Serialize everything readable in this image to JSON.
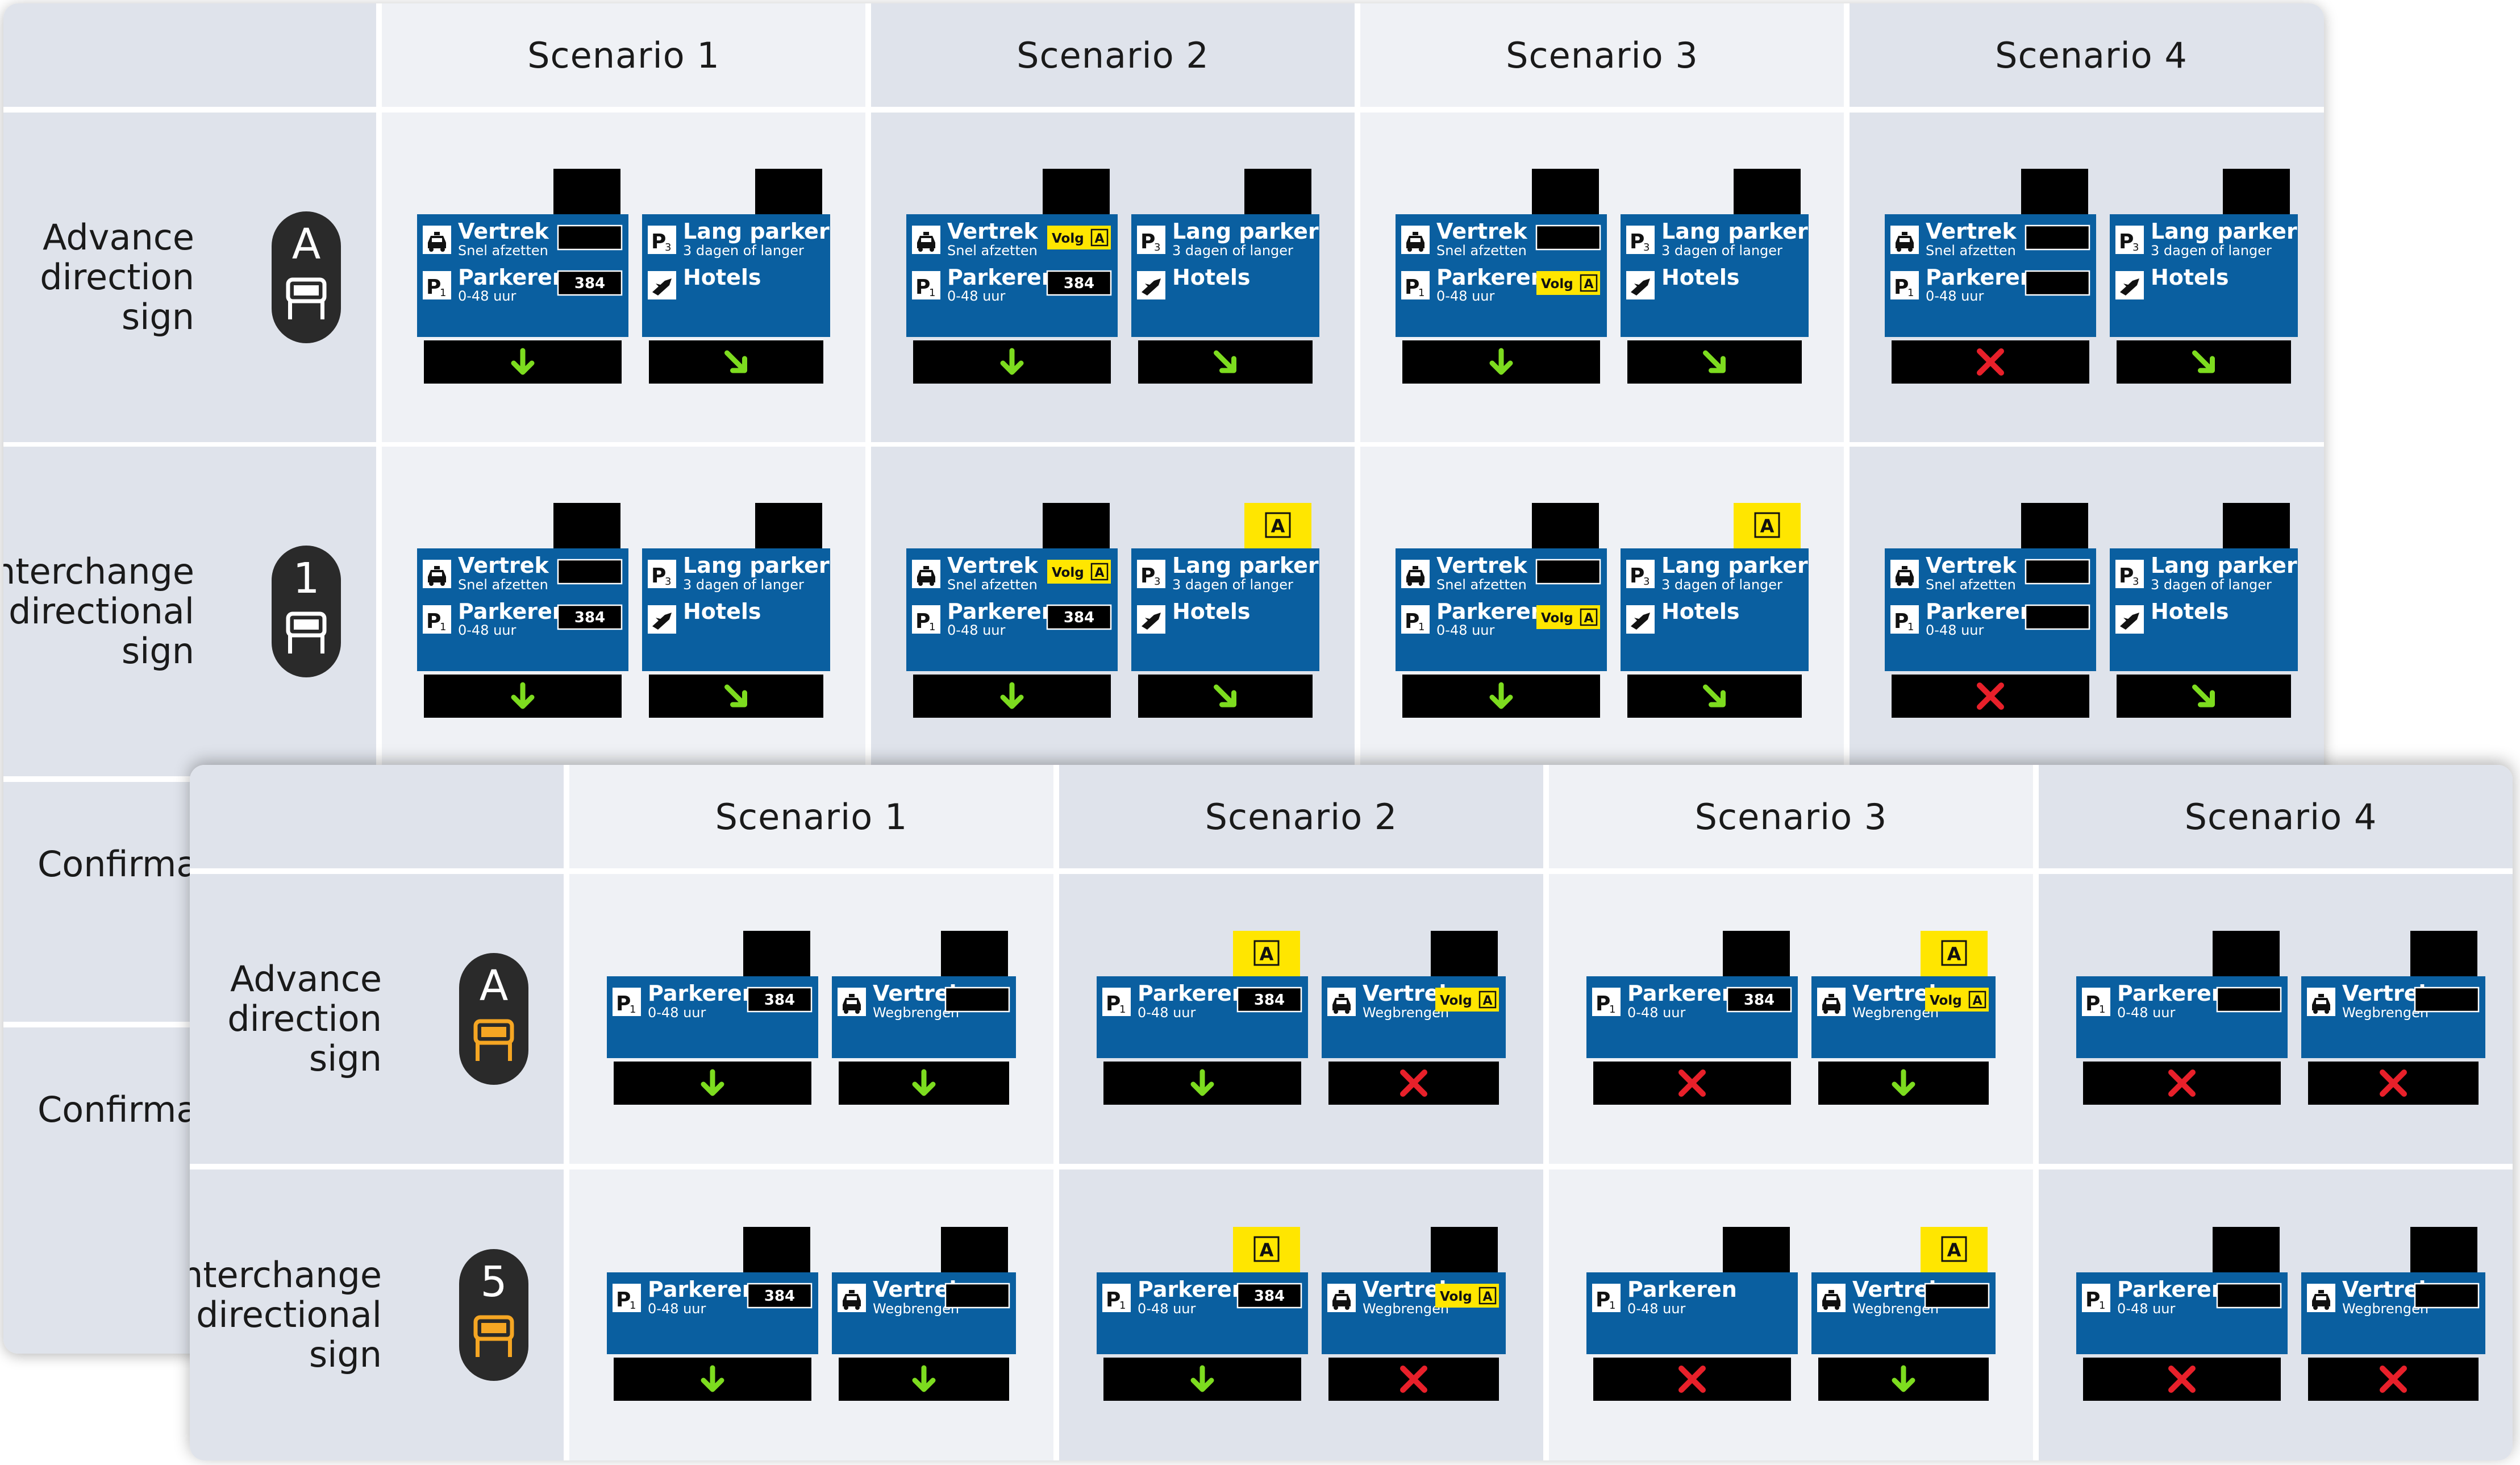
{
  "back": {
    "columns": [
      "Scenario 1",
      "Scenario 2",
      "Scenario 3",
      "Scenario 4"
    ],
    "rows": [
      {
        "label": [
          "Advance",
          "direction",
          "sign"
        ],
        "pill": "A",
        "signs": [
          {
            "boards": [
              {
                "a_icon": "taxi",
                "a_title": "Vertrek",
                "a_sub": "Snel afzetten",
                "a_box": "empty",
                "b_icon": "P1",
                "b_title": "Parkeren",
                "b_sub": "0-48 uur",
                "b_box": "384",
                "arrow": "down"
              },
              {
                "a_icon": "P3",
                "a_title": "Lang parkeren",
                "a_sub": "3 dagen of langer",
                "b_icon": "plane",
                "b_title": "Hotels",
                "arrow": "diag"
              }
            ]
          },
          {
            "boards": [
              {
                "a_icon": "taxi",
                "a_title": "Vertrek",
                "a_sub": "Snel afzetten",
                "a_box": "volg",
                "b_icon": "P1",
                "b_title": "Parkeren",
                "b_sub": "0-48 uur",
                "b_box": "384",
                "arrow": "down"
              },
              {
                "a_icon": "P3",
                "a_title": "Lang parkeren",
                "a_sub": "3 dagen of langer",
                "b_icon": "plane",
                "b_title": "Hotels",
                "arrow": "diag"
              }
            ]
          },
          {
            "boards": [
              {
                "a_icon": "taxi",
                "a_title": "Vertrek",
                "a_sub": "Snel afzetten",
                "a_box": "empty",
                "b_icon": "P1",
                "b_title": "Parkeren",
                "b_sub": "0-48 uur",
                "b_box": "volg",
                "arrow": "down"
              },
              {
                "a_icon": "P3",
                "a_title": "Lang parkeren",
                "a_sub": "3 dagen of langer",
                "b_icon": "plane",
                "b_title": "Hotels",
                "arrow": "diag"
              }
            ]
          },
          {
            "boards": [
              {
                "a_icon": "taxi",
                "a_title": "Vertrek",
                "a_sub": "Snel afzetten",
                "a_box": "empty",
                "b_icon": "P1",
                "b_title": "Parkeren",
                "b_sub": "0-48 uur",
                "b_box": "empty",
                "arrow": "x"
              },
              {
                "a_icon": "P3",
                "a_title": "Lang parkeren",
                "a_sub": "3 dagen of langer",
                "b_icon": "plane",
                "b_title": "Hotels",
                "arrow": "diag"
              }
            ]
          }
        ]
      },
      {
        "label": [
          "Interchange",
          "directional",
          "sign"
        ],
        "pill": "1",
        "signs": [
          {
            "boards": [
              {
                "a_icon": "taxi",
                "a_title": "Vertrek",
                "a_sub": "Snel afzetten",
                "a_box": "empty",
                "b_icon": "P1",
                "b_title": "Parkeren",
                "b_sub": "0-48 uur",
                "b_box": "384",
                "arrow": "down"
              },
              {
                "a_icon": "P3",
                "a_title": "Lang parkeren",
                "a_sub": "3 dagen of langer",
                "b_icon": "plane",
                "b_title": "Hotels",
                "arrow": "diag"
              }
            ]
          },
          {
            "boards": [
              {
                "a_icon": "taxi",
                "a_title": "Vertrek",
                "a_sub": "Snel afzetten",
                "a_box": "volg",
                "b_icon": "P1",
                "b_title": "Parkeren",
                "b_sub": "0-48 uur",
                "b_box": "384",
                "arrow": "down"
              },
              {
                "a_icon": "P3",
                "a_title": "Lang parkeren",
                "a_sub": "3 dagen of langer",
                "b_icon": "plane",
                "b_title": "Hotels",
                "arrow": "diag",
                "topA": true
              }
            ]
          },
          {
            "boards": [
              {
                "a_icon": "taxi",
                "a_title": "Vertrek",
                "a_sub": "Snel afzetten",
                "a_box": "empty",
                "b_icon": "P1",
                "b_title": "Parkeren",
                "b_sub": "0-48 uur",
                "b_box": "volg",
                "arrow": "down"
              },
              {
                "a_icon": "P3",
                "a_title": "Lang parkeren",
                "a_sub": "3 dagen of langer",
                "b_icon": "plane",
                "b_title": "Hotels",
                "arrow": "diag",
                "topA": true
              }
            ]
          },
          {
            "boards": [
              {
                "a_icon": "taxi",
                "a_title": "Vertrek",
                "a_sub": "Snel afzetten",
                "a_box": "empty",
                "b_icon": "P1",
                "b_title": "Parkeren",
                "b_sub": "0-48 uur",
                "b_box": "empty",
                "arrow": "x"
              },
              {
                "a_icon": "P3",
                "a_title": "Lang parkeren",
                "a_sub": "3 dagen of langer",
                "b_icon": "plane",
                "b_title": "Hotels",
                "arrow": "diag"
              }
            ]
          }
        ]
      },
      {
        "label": [
          "Confirma"
        ],
        "pill": "",
        "signs": []
      },
      {
        "label": [
          "Confirma"
        ],
        "pill": "",
        "signs": []
      }
    ]
  },
  "front": {
    "columns": [
      "Scenario 1",
      "Scenario 2",
      "Scenario 3",
      "Scenario 4"
    ],
    "rows": [
      {
        "label": [
          "Advance",
          "direction",
          "sign"
        ],
        "pill": "A",
        "signs": [
          {
            "boards": [
              {
                "a_icon": "P1",
                "a_title": "Parkeren",
                "a_sub": "0-48 uur",
                "a_box": "384",
                "arrow": "down"
              },
              {
                "a_icon": "taxi",
                "a_title": "Vertrek",
                "a_sub": "Wegbrengen",
                "a_box": "empty",
                "arrow": "down"
              }
            ]
          },
          {
            "boards": [
              {
                "a_icon": "P1",
                "a_title": "Parkeren",
                "a_sub": "0-48 uur",
                "a_box": "384",
                "arrow": "down",
                "topA": true
              },
              {
                "a_icon": "taxi",
                "a_title": "Vertrek",
                "a_sub": "Wegbrengen",
                "a_box": "volg",
                "arrow": "x"
              }
            ]
          },
          {
            "boards": [
              {
                "a_icon": "P1",
                "a_title": "Parkeren",
                "a_sub": "0-48 uur",
                "a_box": "384",
                "arrow": "x"
              },
              {
                "a_icon": "taxi",
                "a_title": "Vertrek",
                "a_sub": "Wegbrengen",
                "a_box": "volg",
                "arrow": "down",
                "topA": true
              }
            ]
          },
          {
            "boards": [
              {
                "a_icon": "P1",
                "a_title": "Parkeren",
                "a_sub": "0-48 uur",
                "a_box": "empty",
                "arrow": "x"
              },
              {
                "a_icon": "taxi",
                "a_title": "Vertrek",
                "a_sub": "Wegbrengen",
                "a_box": "empty",
                "arrow": "x"
              }
            ]
          }
        ]
      },
      {
        "label": [
          "Interchange",
          "directional",
          "sign"
        ],
        "pill": "5",
        "signs": [
          {
            "boards": [
              {
                "a_icon": "P1",
                "a_title": "Parkeren",
                "a_sub": "0-48 uur",
                "a_box": "384",
                "arrow": "down"
              },
              {
                "a_icon": "taxi",
                "a_title": "Vertrek",
                "a_sub": "Wegbrengen",
                "a_box": "empty",
                "arrow": "down"
              }
            ]
          },
          {
            "boards": [
              {
                "a_icon": "P1",
                "a_title": "Parkeren",
                "a_sub": "0-48 uur",
                "a_box": "384",
                "arrow": "down",
                "topA": true
              },
              {
                "a_icon": "taxi",
                "a_title": "Vertrek",
                "a_sub": "Wegbrengen",
                "a_box": "volg",
                "arrow": "x"
              }
            ]
          },
          {
            "boards": [
              {
                "a_icon": "P1",
                "a_title": "Parkeren",
                "a_sub": "0-48 uur",
                "a_box": "none",
                "arrow": "x"
              },
              {
                "a_icon": "taxi",
                "a_title": "Vertrek",
                "a_sub": "Wegbrengen",
                "a_box": "empty",
                "arrow": "down",
                "topA": true
              }
            ]
          },
          {
            "boards": [
              {
                "a_icon": "P1",
                "a_title": "Parkeren",
                "a_sub": "0-48 uur",
                "a_box": "empty",
                "arrow": "x"
              },
              {
                "a_icon": "taxi",
                "a_title": "Vertrek",
                "a_sub": "Wegbrengen",
                "a_box": "empty",
                "arrow": "x"
              }
            ]
          }
        ]
      }
    ]
  },
  "strings": {
    "volg": "Volg",
    "a_letter": "A"
  },
  "colors": {
    "sign_blue": "#0a5fa0",
    "cell_dark": "#dfe3eb",
    "cell_light": "#eff1f5",
    "pill": "#2a2a2a",
    "pill_icon_back": "#ffffff",
    "pill_icon_front": "#f5a623",
    "arrow_green": "#7ddc1f",
    "arrow_red": "#e8202a",
    "yellow": "#ffe600"
  }
}
